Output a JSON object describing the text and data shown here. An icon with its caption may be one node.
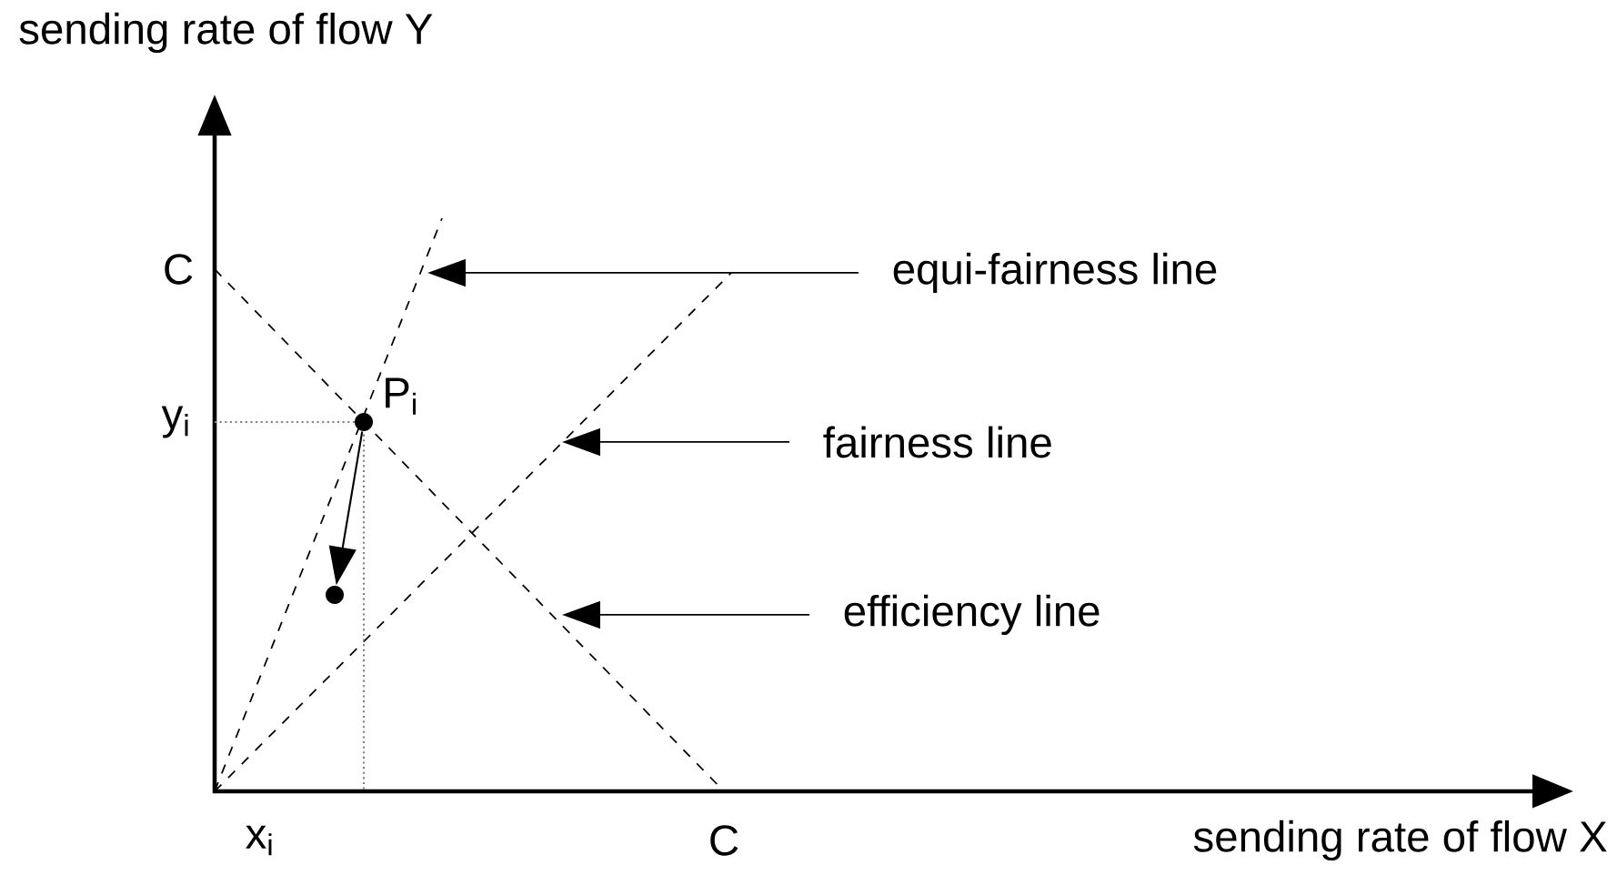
{
  "diagram": {
    "nodes": [
      {
        "text": [
          "equi-fairness line"
        ]
      },
      {
        "text": [
          "fairness line"
        ]
      },
      {
        "text": [
          "efficiency line"
        ]
      },
      {
        "text": [],
        "shape": "circle",
        "beside": [
          "P$_{i}$"
        ]
      },
      {
        "text": [],
        "shape": "circle"
      }
    ],
    "edges": [
      {
        "from": 0,
        "to": null,
        "arrow": "to"
      },
      {
        "from": 1,
        "to": null,
        "arrow": "to"
      },
      {
        "from": 2,
        "to": null,
        "arrow": "to"
      },
      {
        "from": 3,
        "to": 4,
        "arrow": "to"
      }
    ],
    "labels": [
      "sending rate of flow Y",
      "C",
      "y$_{i}$",
      "x$_{i}$",
      "C",
      "sending rate of flow X"
    ]
  }
}
